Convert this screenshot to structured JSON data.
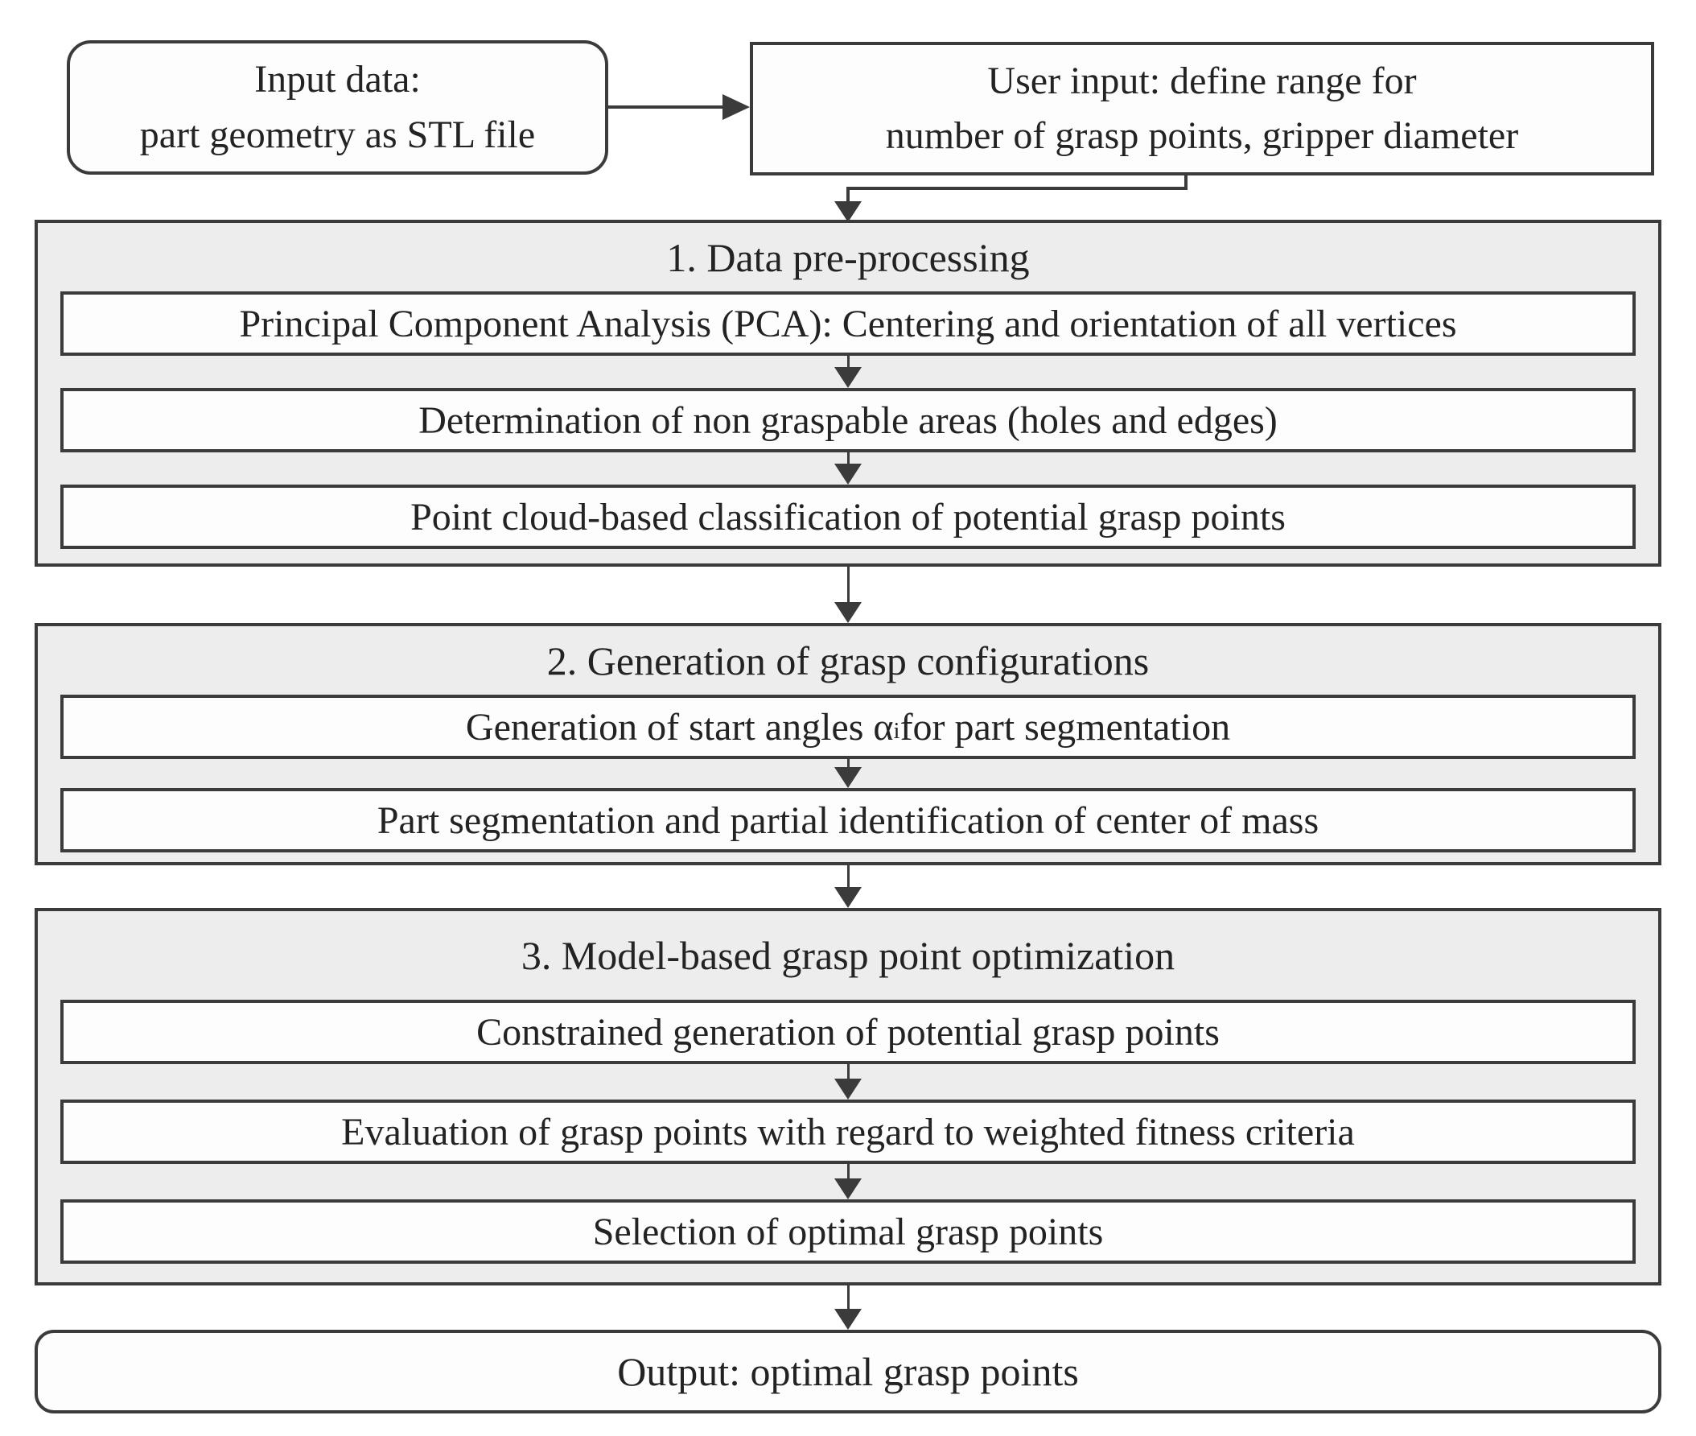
{
  "diagram": {
    "input_box": {
      "line1": "Input data:",
      "line2": "part geometry as STL file"
    },
    "user_box": {
      "line1": "User input: define range for",
      "line2": "number of grasp points, gripper diameter"
    },
    "sections": [
      {
        "title": "1. Data pre-processing",
        "rows": [
          {
            "text": "Principal Component Analysis (PCA): Centering and orientation of all vertices"
          },
          {
            "text": "Determination of non graspable areas (holes and edges)"
          },
          {
            "text": "Point cloud-based classification of potential grasp points"
          }
        ]
      },
      {
        "title": "2. Generation of grasp configurations",
        "rows": [
          {
            "pre": "Generation of start angles α",
            "sub": "i",
            "post": " for part segmentation"
          },
          {
            "text": "Part segmentation and partial identification of center of mass"
          }
        ]
      },
      {
        "title": "3. Model-based grasp point optimization",
        "rows": [
          {
            "text": "Constrained generation of potential grasp points"
          },
          {
            "text": "Evaluation of grasp points with regard to weighted fitness criteria"
          },
          {
            "text": "Selection of optimal grasp points"
          }
        ]
      }
    ],
    "output_box": {
      "text": "Output: optimal grasp points"
    },
    "colors": {
      "border": "#3b3b3b",
      "section_fill": "#ededed",
      "box_fill": "#fdfdfd",
      "text": "#232323"
    }
  }
}
